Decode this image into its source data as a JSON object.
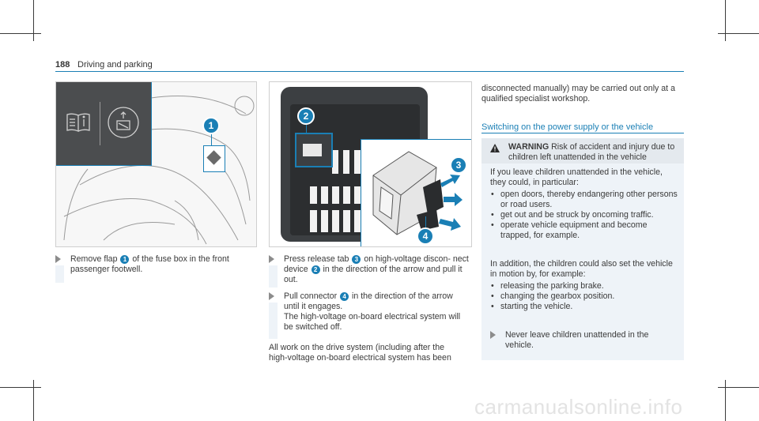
{
  "header": {
    "page_number": "188",
    "chapter": "Driving and parking"
  },
  "figure1": {
    "callout": "1",
    "icon_names": [
      "manual-icon",
      "fuse-box-icon"
    ]
  },
  "figure2": {
    "callouts": [
      "2",
      "3",
      "4"
    ]
  },
  "col1": {
    "step1": {
      "pre": "Remove flap ",
      "num": "1",
      "post": " of the fuse box in the front passenger footwell."
    }
  },
  "col2": {
    "step1": {
      "pre": "Press release tab ",
      "num1": "3",
      "mid": " on high-voltage discon- nect device ",
      "num2": "2",
      "post": " in the direction of the arrow and pull it out."
    },
    "step2": {
      "pre": "Pull connector ",
      "num": "4",
      "post": " in the direction of the arrow until it engages.",
      "result": "The high-voltage on-board electrical system will be switched off."
    },
    "para": "All work on the drive system (including after the high-voltage on-board electrical system has been"
  },
  "col3": {
    "para_cont": "disconnected manually) may be carried out only at a qualified specialist workshop.",
    "section_title": "Switching on the power supply or the vehicle",
    "warning": {
      "label": "WARNING",
      "title": "Risk of accident and injury due to children left unattended in the vehicle",
      "intro": "If you leave children unattended in the vehicle, they could, in particular:",
      "list1": [
        "open doors, thereby endangering other persons or road users.",
        "get out and be struck by oncoming traffic.",
        "operate vehicle equipment and become trapped, for example."
      ],
      "para2": "In addition, the children could also set the vehicle in motion by, for example:",
      "list2": [
        "releasing the parking brake.",
        "changing the gearbox position.",
        "starting the vehicle."
      ],
      "step": "Never leave children unattended in the vehicle."
    }
  },
  "watermark": "carmanualsonline.info",
  "colors": {
    "accent": "#1a7fb5",
    "text": "#3a3a3a",
    "box_bg": "#eef3f8"
  }
}
